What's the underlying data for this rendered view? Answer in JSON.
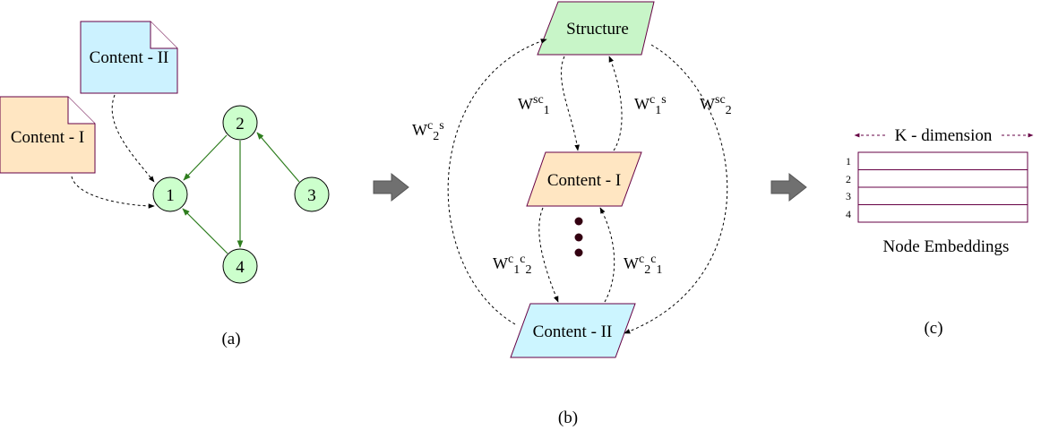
{
  "panel_a": {
    "caption": "(a)",
    "documents": {
      "content_ii": "Content - II",
      "content_i": "Content - I"
    },
    "nodes": [
      "1",
      "2",
      "3",
      "4"
    ],
    "colors": {
      "node_fill": "#ccffcc",
      "edge": "#2e7d1e",
      "doc_ii_fill": "#ccf2ff",
      "doc_i_fill": "#ffe6c2"
    }
  },
  "panel_b": {
    "caption": "(b)",
    "structure": "Structure",
    "content_i": "Content - I",
    "content_ii": "Content - II",
    "weights": {
      "w_c2_s": {
        "base": "W",
        "parts": [
          [
            "c",
            "sup"
          ],
          [
            "2",
            "sub"
          ],
          [
            "s",
            "sup"
          ]
        ]
      },
      "w_sc1": {
        "base": "W",
        "parts": [
          [
            "sc",
            "sup"
          ],
          [
            "1",
            "sub"
          ]
        ]
      },
      "w_c1_s": {
        "base": "W",
        "parts": [
          [
            "c",
            "sup"
          ],
          [
            "1",
            "sub"
          ],
          [
            "s",
            "sup"
          ]
        ]
      },
      "w_sc2": {
        "base": "W",
        "parts": [
          [
            "sc",
            "sup"
          ],
          [
            "2",
            "sub"
          ]
        ]
      },
      "w_c1_c2": {
        "base": "W",
        "parts": [
          [
            "c",
            "sup"
          ],
          [
            "1",
            "sub"
          ],
          [
            "c",
            "sup"
          ],
          [
            "2",
            "sub"
          ]
        ]
      },
      "w_c2_c1": {
        "base": "W",
        "parts": [
          [
            "c",
            "sup"
          ],
          [
            "2",
            "sub"
          ],
          [
            "c",
            "sup"
          ],
          [
            "1",
            "sub"
          ]
        ]
      }
    },
    "colors": {
      "structure_fill": "#c8f5c8",
      "content_i_fill": "#ffe6c2",
      "content_ii_fill": "#ccf5ff",
      "dots": "#330011"
    }
  },
  "panel_c": {
    "caption": "(c)",
    "dimension_label": "K - dimension",
    "row_labels": [
      "1",
      "2",
      "3",
      "4"
    ],
    "title": "Node Embeddings",
    "colors": {
      "border": "#660044"
    }
  }
}
